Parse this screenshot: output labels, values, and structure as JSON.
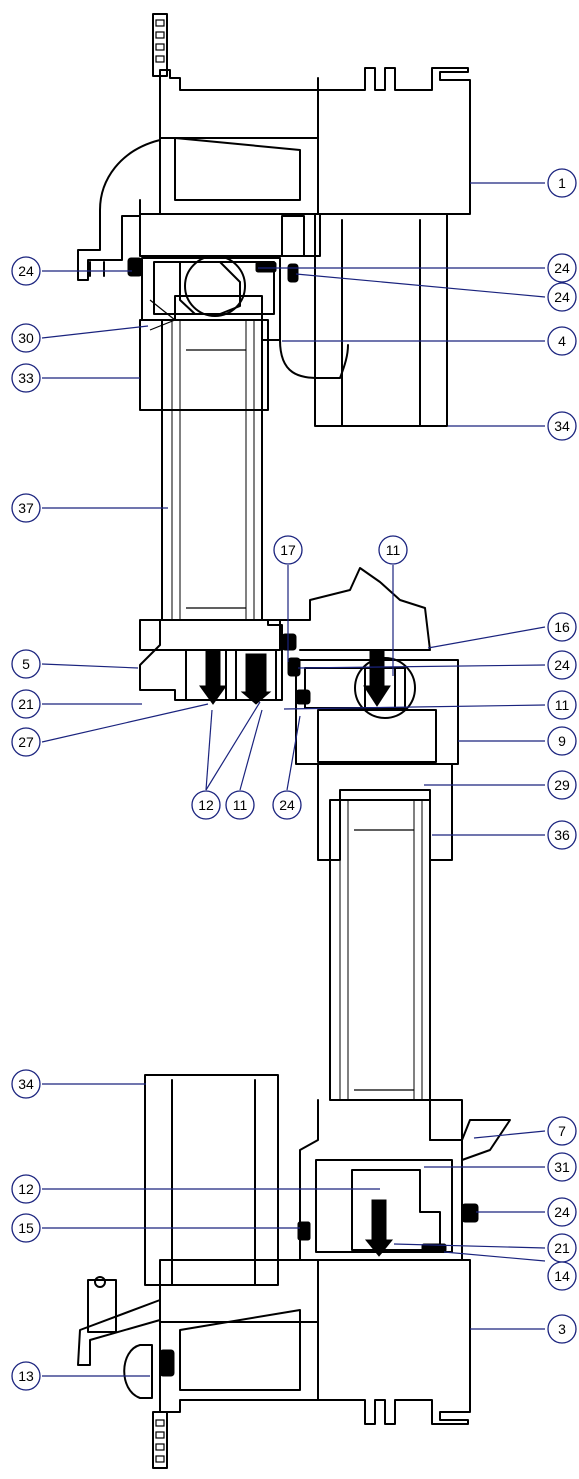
{
  "callouts": [
    {
      "id": "1",
      "text": "1"
    },
    {
      "id": "24",
      "text": "24"
    },
    {
      "id": "24",
      "text": "24"
    },
    {
      "id": "24",
      "text": "24"
    },
    {
      "id": "30",
      "text": "30"
    },
    {
      "id": "4",
      "text": "4"
    },
    {
      "id": "33",
      "text": "33"
    },
    {
      "id": "34",
      "text": "34"
    },
    {
      "id": "37",
      "text": "37"
    },
    {
      "id": "17",
      "text": "17"
    },
    {
      "id": "11",
      "text": "11"
    },
    {
      "id": "16",
      "text": "16"
    },
    {
      "id": "24",
      "text": "24"
    },
    {
      "id": "5",
      "text": "5"
    },
    {
      "id": "11",
      "text": "11"
    },
    {
      "id": "21",
      "text": "21"
    },
    {
      "id": "9",
      "text": "9"
    },
    {
      "id": "27",
      "text": "27"
    },
    {
      "id": "29",
      "text": "29"
    },
    {
      "id": "12",
      "text": "12"
    },
    {
      "id": "11",
      "text": "11"
    },
    {
      "id": "24",
      "text": "24"
    },
    {
      "id": "36",
      "text": "36"
    },
    {
      "id": "34",
      "text": "34"
    },
    {
      "id": "7",
      "text": "7"
    },
    {
      "id": "31",
      "text": "31"
    },
    {
      "id": "12",
      "text": "12"
    },
    {
      "id": "24",
      "text": "24"
    },
    {
      "id": "15",
      "text": "15"
    },
    {
      "id": "21",
      "text": "21"
    },
    {
      "id": "14",
      "text": "14"
    },
    {
      "id": "3",
      "text": "3"
    },
    {
      "id": "13",
      "text": "13"
    }
  ],
  "colors": {
    "leader": "#1a237e",
    "outline": "#000000"
  }
}
